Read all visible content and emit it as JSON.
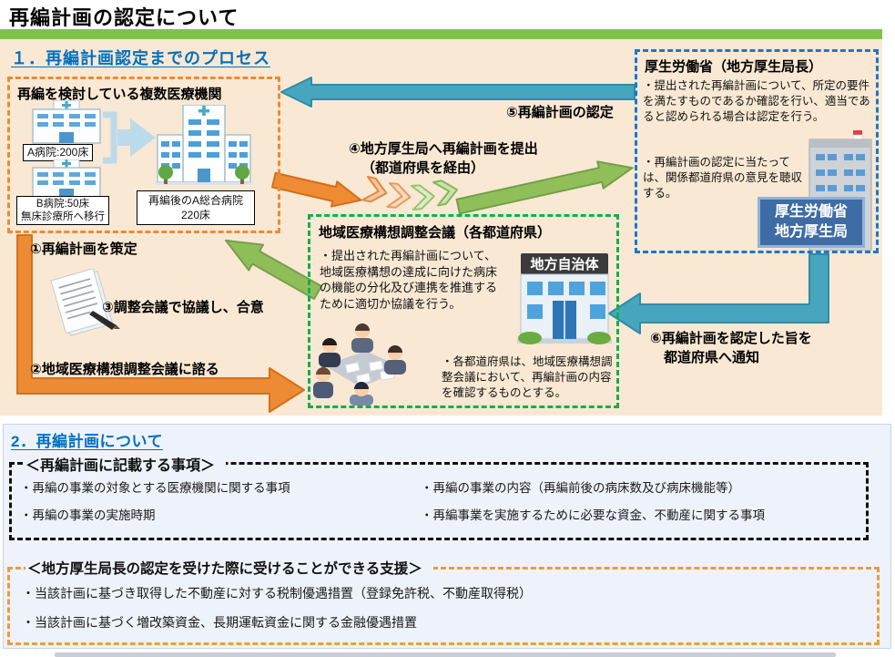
{
  "page": {
    "title": "再編計画の認定について"
  },
  "section1": {
    "heading": "１．再編計画認定までのプロセス",
    "hospitals_box": {
      "title": "再編を検討している複数医療機関",
      "hospital_a_label": "A病院:200床",
      "hospital_b_label_line1": "B病院:50床",
      "hospital_b_label_line2": "無床診療所へ移行",
      "merged_label_line1": "再編後のA総合病院",
      "merged_label_line2": "220床"
    },
    "mhlw_box": {
      "title": "厚生労働省（地方厚生局長）",
      "bullet1": "・提出された再編計画について、所定の要件を満たすものであるか確認を行い、適当であると認められる場合は認定を行う。",
      "bullet2": "・再編計画の認定に当たっては、関係都道府県の意見を聴収する。",
      "building_label_line1": "厚生労働省",
      "building_label_line2": "地方厚生局"
    },
    "council_box": {
      "title": "地域医療構想調整会議（各都道府県）",
      "bullet1": "・提出された再編計画について、地域医療構想の達成に向けた病床の機能の分化及び連携を推進するために適切か協議を行う。",
      "bullet2": "・各都道府県は、地域医療構想調整会議において、再編計画の内容を確認するものとする。",
      "building_sign": "地方自治体"
    },
    "steps": {
      "step1": "①再編計画を策定",
      "step2": "②地域医療構想調整会議に諮る",
      "step3": "③調整会議で協議し、合意",
      "step4_line1": "④地方厚生局へ再編計画を提出",
      "step4_line2": "（都道府県を経由）",
      "step5": "⑤再編計画の認定",
      "step6_line1": "⑥再編計画を認定した旨を",
      "step6_line2": "都道府県へ通知"
    }
  },
  "section2": {
    "heading": "2．再編計画について",
    "items_box": {
      "title": "＜再編計画に記載する事項＞",
      "left": [
        "・再編の事業の対象とする医療機関に関する事項",
        "・再編の事業の実施時期"
      ],
      "right": [
        "・再編の事業の内容（再編前後の病床数及び病床機能等）",
        "・再編事業を実施するために必要な資金、不動産に関する事項"
      ]
    },
    "support_box": {
      "title": "＜地方厚生局長の認定を受けた際に受けることができる支援＞",
      "items": [
        "・当該計画に基づき取得した不動産に対する税制優遇措置（登録免許税、不動産取得税）",
        "・当該計画に基づく増改築資金、長期運転資金に関する金融優遇措置"
      ]
    }
  },
  "colors": {
    "accent_green_bar": "#7fc24b",
    "panel_beige": "#f9e8d3",
    "heading_blue": "#0070c0",
    "arrow_orange": "#ec8b34",
    "arrow_green": "#8fbe59",
    "arrow_teal": "#47a6be",
    "border_orange_dashed": "#ee8a35",
    "border_blue_dashed": "#1c77cc",
    "border_green_dashed": "#10b04e",
    "mhlw_label_bg": "#3f6ca5",
    "section2_bg": "#eef2fa"
  }
}
